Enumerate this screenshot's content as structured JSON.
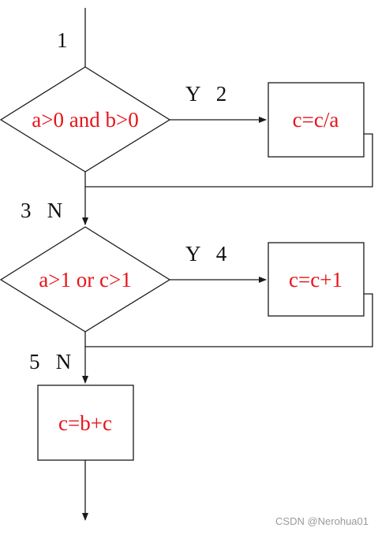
{
  "flow": {
    "path_labels": {
      "p1": "1",
      "p2": "Y   2",
      "p3": "3   N",
      "p4": "Y   4",
      "p5": "5   N"
    },
    "decision1": "a>0 and b>0",
    "process1": "c=c/a",
    "decision2": "a>1 or c>1",
    "process2": "c=c+1",
    "process3": "c=b+c",
    "text_color": "#e8141a",
    "line_color": "#1a1a1a"
  },
  "watermark": "CSDN @Nerohua01"
}
